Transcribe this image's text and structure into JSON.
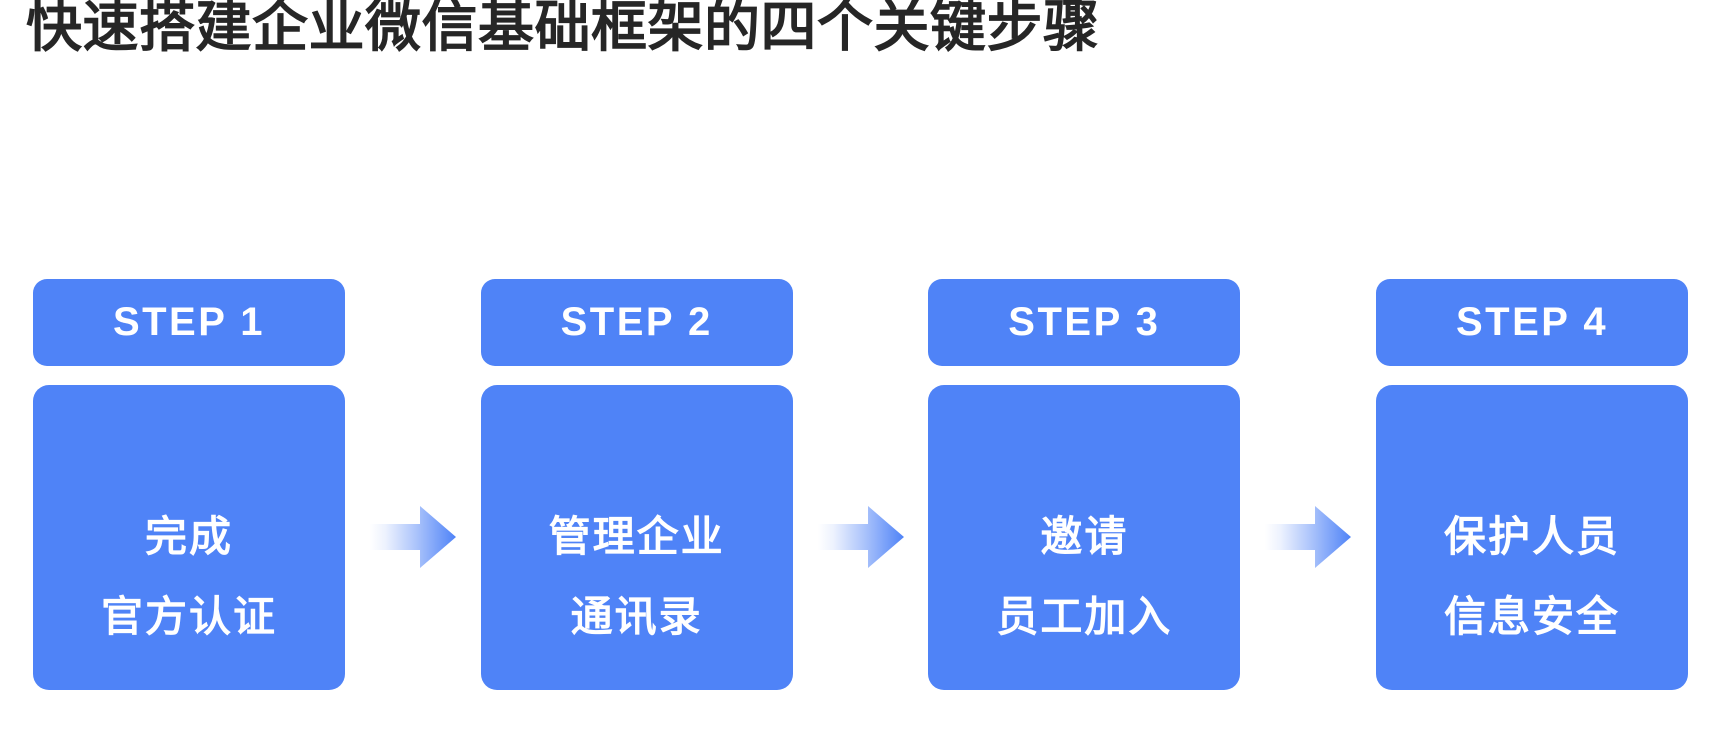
{
  "page": {
    "title": "快速搭建企业微信基础框架的四个关键步骤",
    "background_color": "#ffffff",
    "title_color": "#262626",
    "accent_color": "#4F83F7"
  },
  "flow": {
    "arrow_icon": "arrow-right-icon",
    "arrow_gradient_from": "#FFFFFF",
    "arrow_gradient_to": "#4F83F7",
    "steps": [
      {
        "header": "STEP 1",
        "line1": "完成",
        "line2": "官方认证"
      },
      {
        "header": "STEP 2",
        "line1": "管理企业",
        "line2": "通讯录"
      },
      {
        "header": "STEP 3",
        "line1": "邀请",
        "line2": "员工加入"
      },
      {
        "header": "STEP 4",
        "line1": "保护人员",
        "line2": "信息安全"
      }
    ]
  }
}
